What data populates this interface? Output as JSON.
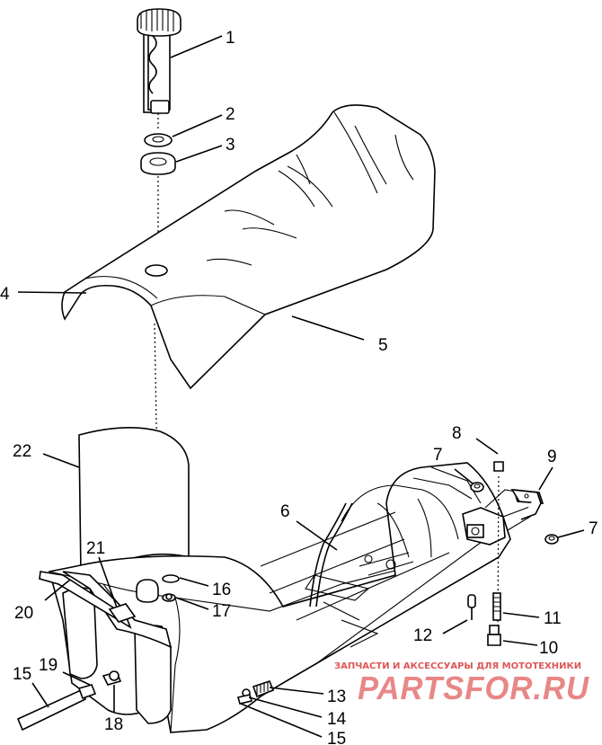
{
  "diagram": {
    "callouts": {
      "c1": "1",
      "c2": "2",
      "c3": "3",
      "c4": "4",
      "c5": "5",
      "c6": "6",
      "c7a": "7",
      "c7b": "7",
      "c8": "8",
      "c9": "9",
      "c10": "10",
      "c11": "11",
      "c12": "12",
      "c13": "13",
      "c14": "14",
      "c15a": "15",
      "c15b": "15",
      "c16": "16",
      "c17": "17",
      "c18": "18",
      "c19": "19",
      "c20": "20",
      "c21": "21",
      "c22": "22"
    }
  },
  "watermark": {
    "caption": "ЗАПЧАСТИ И АКСЕССУАРЫ ДЛЯ МОТОТЕХНИКИ",
    "logo": "PARTSFOR.RU",
    "color": "#e57373"
  }
}
